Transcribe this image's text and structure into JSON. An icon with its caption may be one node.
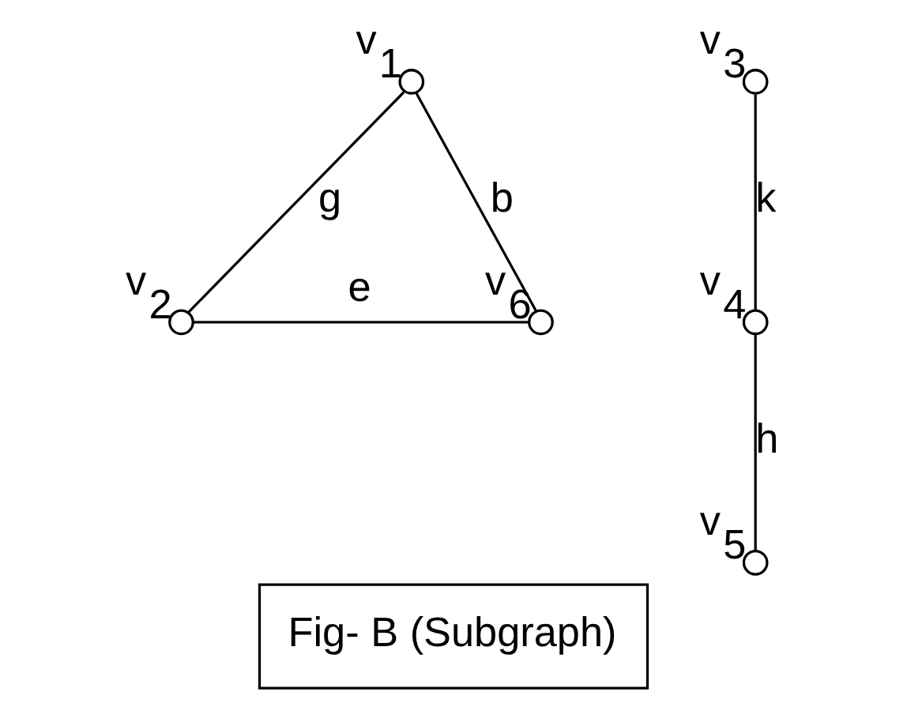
{
  "diagram": {
    "caption": "Fig- B (Subgraph)",
    "nodes": [
      {
        "text": [],
        "shape": "circle",
        "beside": [
          "v$_{1}$"
        ]
      },
      {
        "text": [],
        "shape": "circle",
        "beside": [
          "v$_{2}$"
        ]
      },
      {
        "text": [],
        "shape": "circle",
        "beside": [
          "v$_{3}$"
        ]
      },
      {
        "text": [],
        "shape": "circle",
        "beside": [
          "v$_{4}$"
        ]
      },
      {
        "text": [],
        "shape": "circle",
        "beside": [
          "v$_{5}$"
        ]
      },
      {
        "text": [],
        "shape": "circle",
        "beside": [
          "v$_{6}$"
        ]
      }
    ],
    "edges": [
      {
        "from": 0,
        "to": 5,
        "arrow": "none",
        "label": "b"
      },
      {
        "from": 0,
        "to": 1,
        "arrow": "none",
        "label": "g"
      },
      {
        "from": 1,
        "to": 5,
        "arrow": "none",
        "label": "e"
      },
      {
        "from": 2,
        "to": 3,
        "arrow": "none",
        "label": "k"
      },
      {
        "from": 3,
        "to": 4,
        "arrow": "none",
        "label": "h"
      }
    ]
  }
}
